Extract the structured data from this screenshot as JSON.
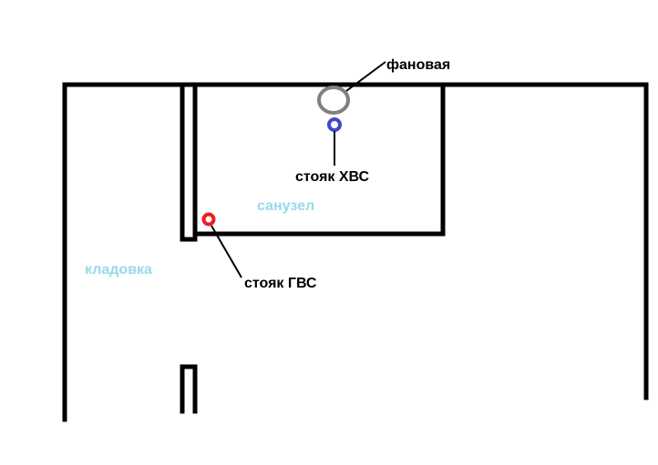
{
  "labels": {
    "fan_pipe": "фановая",
    "cold_riser": "стояк ХВС",
    "bathroom": "санузел",
    "pantry": "кладовка",
    "hot_riser": "стояк ГВС"
  },
  "colors": {
    "wall": "#000000",
    "fan_pipe": "#808080",
    "cold_riser": "#3f48cc",
    "hot_riser": "#ed1c24",
    "room_label": "#99d9ea",
    "text": "#000000"
  }
}
